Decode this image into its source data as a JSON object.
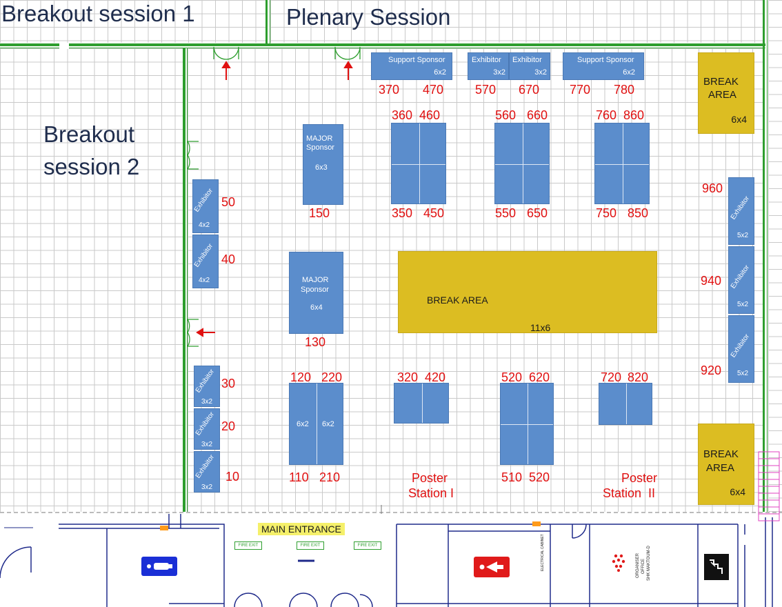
{
  "rooms": {
    "breakout1": "Breakout session 1",
    "plenary": "Plenary Session",
    "breakout2_line1": "Breakout",
    "breakout2_line2": "session 2"
  },
  "top_booths": [
    {
      "label": "Support Sponsor",
      "size": "6x2",
      "left_num": "370",
      "right_num": "470"
    },
    {
      "label": "Exhibitor",
      "size": "3x2",
      "num": "570"
    },
    {
      "label": "Exhibitor",
      "size": "3x2",
      "num": "670"
    },
    {
      "label": "Support Sponsor",
      "size": "6x2",
      "left_num": "770",
      "right_num": "780"
    }
  ],
  "major_sponsors": [
    {
      "line1": "MAJOR",
      "line2": "Sponsor",
      "size": "6x3",
      "num": "150"
    },
    {
      "line1": "MAJOR",
      "line2": "Sponsor",
      "size": "6x4",
      "num": "130"
    }
  ],
  "island_blocks": [
    {
      "top_left": "360",
      "top_right": "460",
      "bottom_left": "350",
      "bottom_right": "450"
    },
    {
      "top_left": "560",
      "top_right": "660",
      "bottom_left": "550",
      "bottom_right": "650"
    },
    {
      "top_left": "760",
      "top_right": "860",
      "bottom_left": "750",
      "bottom_right": "850"
    }
  ],
  "left_exhibitors": [
    {
      "label": "Exhibitor",
      "size": "4x2",
      "num": "50"
    },
    {
      "label": "Exhibitor",
      "size": "4x2",
      "num": "40"
    },
    {
      "label": "Exhibitor",
      "size": "3x2",
      "num": "30"
    },
    {
      "label": "Exhibitor",
      "size": "3x2",
      "num": "20"
    },
    {
      "label": "Exhibitor",
      "size": "3x2",
      "num": "10"
    }
  ],
  "right_exhibitors": [
    {
      "label": "Exhibitor",
      "size": "5x2",
      "num": "960"
    },
    {
      "label": "Exhibitor",
      "size": "5x2",
      "num": "940"
    },
    {
      "label": "Exhibitor",
      "size": "5x2",
      "num": "920"
    }
  ],
  "lower_booths": {
    "b120_220": {
      "top_left": "120",
      "top_right": "220",
      "bottom_left": "110",
      "bottom_right": "210",
      "size_left": "6x2",
      "size_right": "6x2"
    },
    "b320_420": {
      "top_left": "320",
      "top_right": "420"
    },
    "b520_620": {
      "top_left": "520",
      "top_right": "620",
      "bottom_left": "510",
      "bottom_right": "520"
    },
    "b720_820": {
      "top_left": "720",
      "top_right": "820"
    }
  },
  "break_areas": {
    "top_right": {
      "line1": "BREAK",
      "line2": "AREA",
      "size": "6x4"
    },
    "center": {
      "label": "BREAK AREA",
      "size": "11x6"
    },
    "bottom_right": {
      "line1": "BREAK",
      "line2": "AREA",
      "size": "6x4"
    }
  },
  "poster_stations": [
    {
      "line1": "Poster",
      "line2": "Station I"
    },
    {
      "line1": "Poster",
      "line2": "Station  II"
    }
  ],
  "entrance": {
    "label": "MAIN ENTRANCE"
  },
  "fire_exits": [
    "FIRE EXIT",
    "FIRE EXIT",
    "FIRE EXIT"
  ],
  "icons": {
    "restroom_male": "restroom-male-icon",
    "restroom_female": "restroom-female-icon",
    "stairs": "stairs-icon",
    "fire_equipment": "fire-equipment-icon"
  },
  "offices": {
    "electrical": "ELECTRICAL CABINET",
    "organiser_1": "ORGANISER",
    "organiser_2": "OFFICE",
    "organiser_3": "SHK MAKTOUM-D"
  },
  "colors": {
    "booth_blue": "#5b8dcc",
    "break_gold": "#dcbd22",
    "number_red": "#e01010",
    "wall_green": "#2e9e2e",
    "entrance_yellow": "#f5f06a"
  }
}
